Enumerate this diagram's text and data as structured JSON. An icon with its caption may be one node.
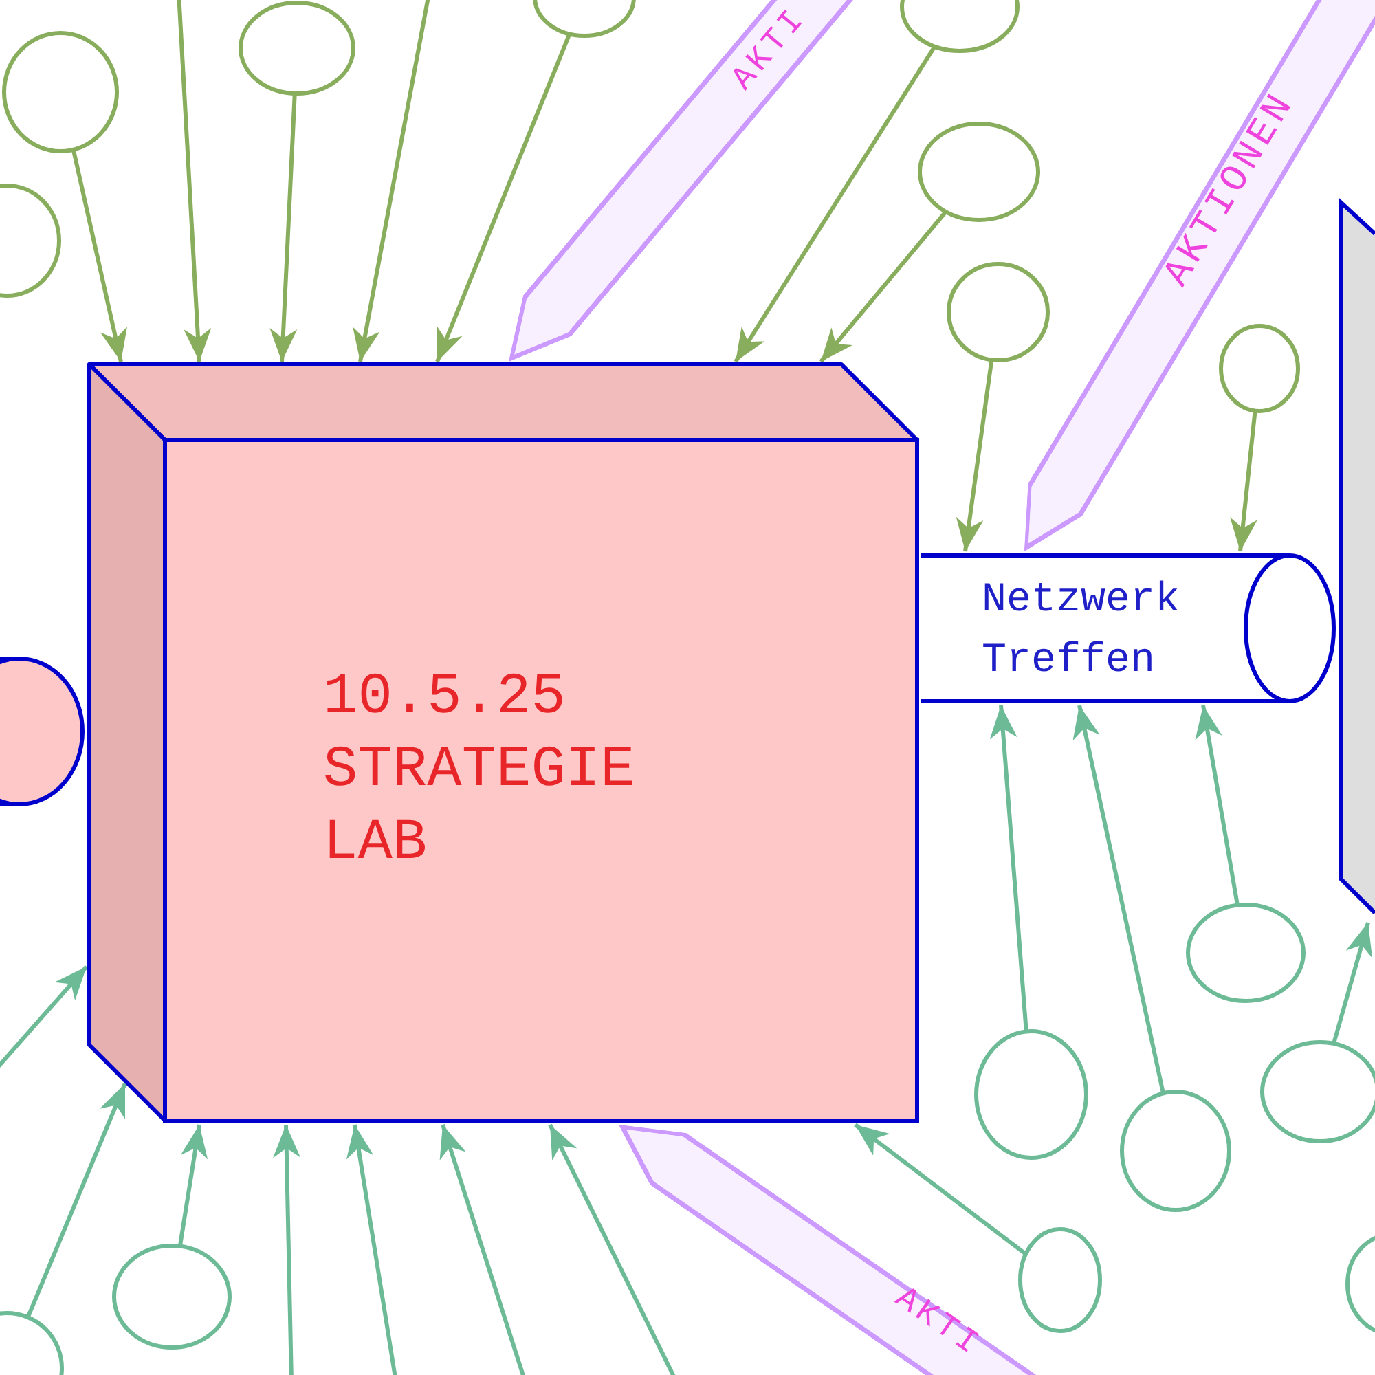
{
  "diagram": {
    "nodes": [
      {
        "text": [],
        "shape": "cylinder"
      },
      {
        "text": [
          "10.5.25 STRATEGIE LAB"
        ]
      },
      {
        "text": [
          "Netzwerk Treffen"
        ]
      },
      {
        "text": [],
        "shape": "box"
      },
      {
        "text": [],
        "shape": "circle"
      },
      {
        "text": [],
        "shape": "circle"
      },
      {
        "text": [],
        "shape": "circle"
      },
      {
        "text": [],
        "shape": "circle"
      },
      {
        "text": [],
        "shape": "circle"
      },
      {
        "text": [],
        "shape": "circle"
      },
      {
        "text": [],
        "shape": "circle"
      },
      {
        "text": [],
        "shape": "circle"
      },
      {
        "text": [],
        "shape": "circle"
      },
      {
        "text": [],
        "shape": "circle"
      },
      {
        "text": [],
        "shape": "circle"
      },
      {
        "text": [],
        "shape": "circle"
      },
      {
        "text": [],
        "shape": "circle"
      },
      {
        "text": [],
        "shape": "circle"
      },
      {
        "text": [],
        "shape": "circle"
      },
      {
        "text": [],
        "shape": "circle"
      }
    ],
    "edges": [
      {
        "from": 7,
        "to": 1,
        "arrow": "to",
        "color": "#88ad5c"
      },
      {
        "from": null,
        "to": 1,
        "arrow": "to",
        "color": "#88ad5c"
      },
      {
        "from": 6,
        "to": 1,
        "arrow": "to",
        "color": "#88ad5c"
      },
      {
        "from": null,
        "to": 1,
        "arrow": "to",
        "color": "#88ad5c"
      },
      {
        "from": 4,
        "to": 1,
        "arrow": "to",
        "color": "#88ad5c"
      },
      {
        "from": 5,
        "to": 1,
        "arrow": "to",
        "color": "#88ad5c"
      },
      {
        "from": 8,
        "to": 1,
        "arrow": "to",
        "color": "#88ad5c"
      },
      {
        "from": 10,
        "to": 2,
        "arrow": "to",
        "color": "#88ad5c"
      },
      {
        "from": 11,
        "to": 2,
        "arrow": "to",
        "color": "#88ad5c"
      },
      {
        "from": null,
        "to": 1,
        "arrow": "to",
        "label": "AKTI",
        "style": "thick",
        "color": "#cc99ff"
      },
      {
        "from": null,
        "to": 2,
        "arrow": "to",
        "label": "AKTIONEN",
        "style": "thick",
        "color": "#cc99ff"
      },
      {
        "from": null,
        "to": 1,
        "arrow": "to"
      },
      {
        "from": 19,
        "to": 1,
        "arrow": "to"
      },
      {
        "from": 18,
        "to": 1,
        "arrow": "to"
      },
      {
        "from": null,
        "to": 1,
        "arrow": "to"
      },
      {
        "from": null,
        "to": 1,
        "arrow": "to"
      },
      {
        "from": null,
        "to": 1,
        "arrow": "to"
      },
      {
        "from": null,
        "to": 1,
        "arrow": "to"
      },
      {
        "from": 17,
        "to": 1,
        "arrow": "to"
      },
      {
        "from": 13,
        "to": 2,
        "arrow": "to"
      },
      {
        "from": 15,
        "to": 2,
        "arrow": "to"
      },
      {
        "from": 12,
        "to": 2,
        "arrow": "to"
      },
      {
        "from": 14,
        "to": 3,
        "arrow": "to"
      },
      {
        "from": null,
        "to": 1,
        "arrow": "to",
        "label": "AKTI",
        "style": "thick",
        "color": "#cc99ff"
      }
    ]
  }
}
